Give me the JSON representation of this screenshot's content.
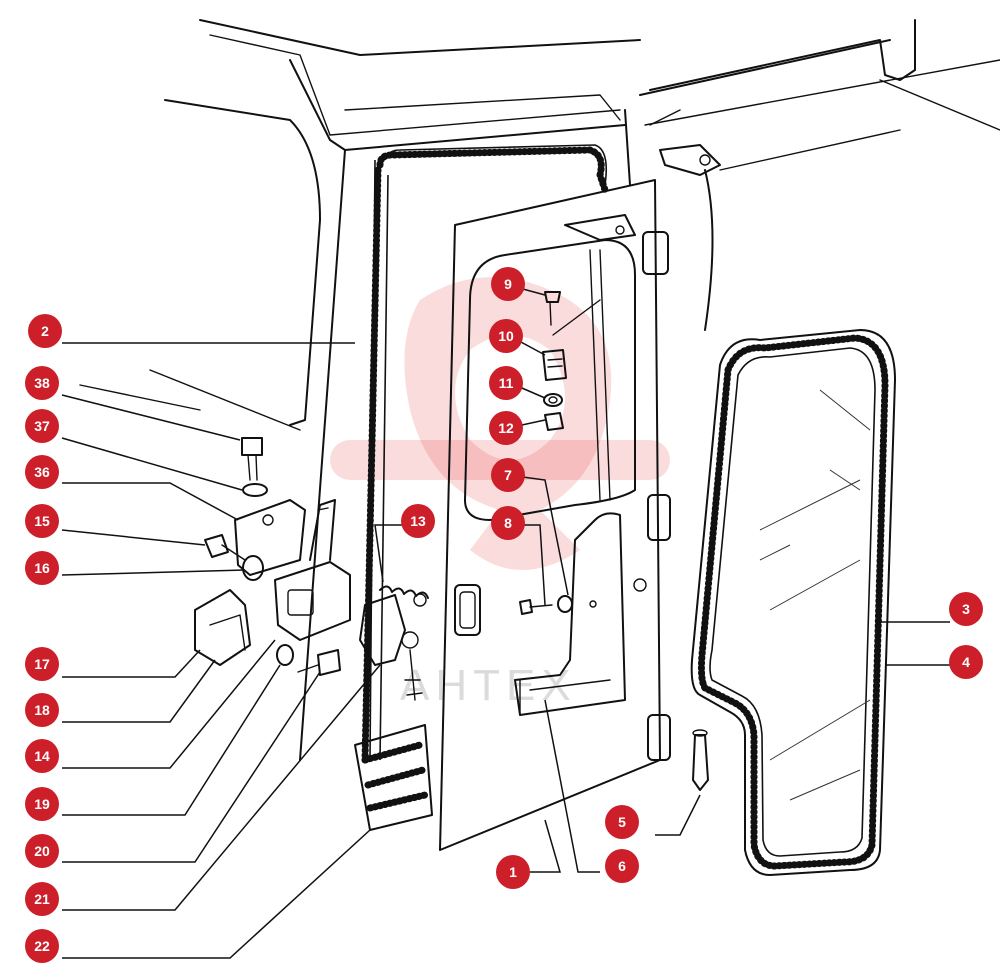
{
  "diagram": {
    "watermark_text": "АНТЕХ",
    "accent_color": "#cc1f2a",
    "callouts": [
      "1",
      "2",
      "3",
      "4",
      "5",
      "6",
      "7",
      "8",
      "9",
      "10",
      "11",
      "12",
      "13",
      "14",
      "15",
      "16",
      "17",
      "18",
      "19",
      "20",
      "21",
      "22",
      "36",
      "37",
      "38"
    ]
  }
}
